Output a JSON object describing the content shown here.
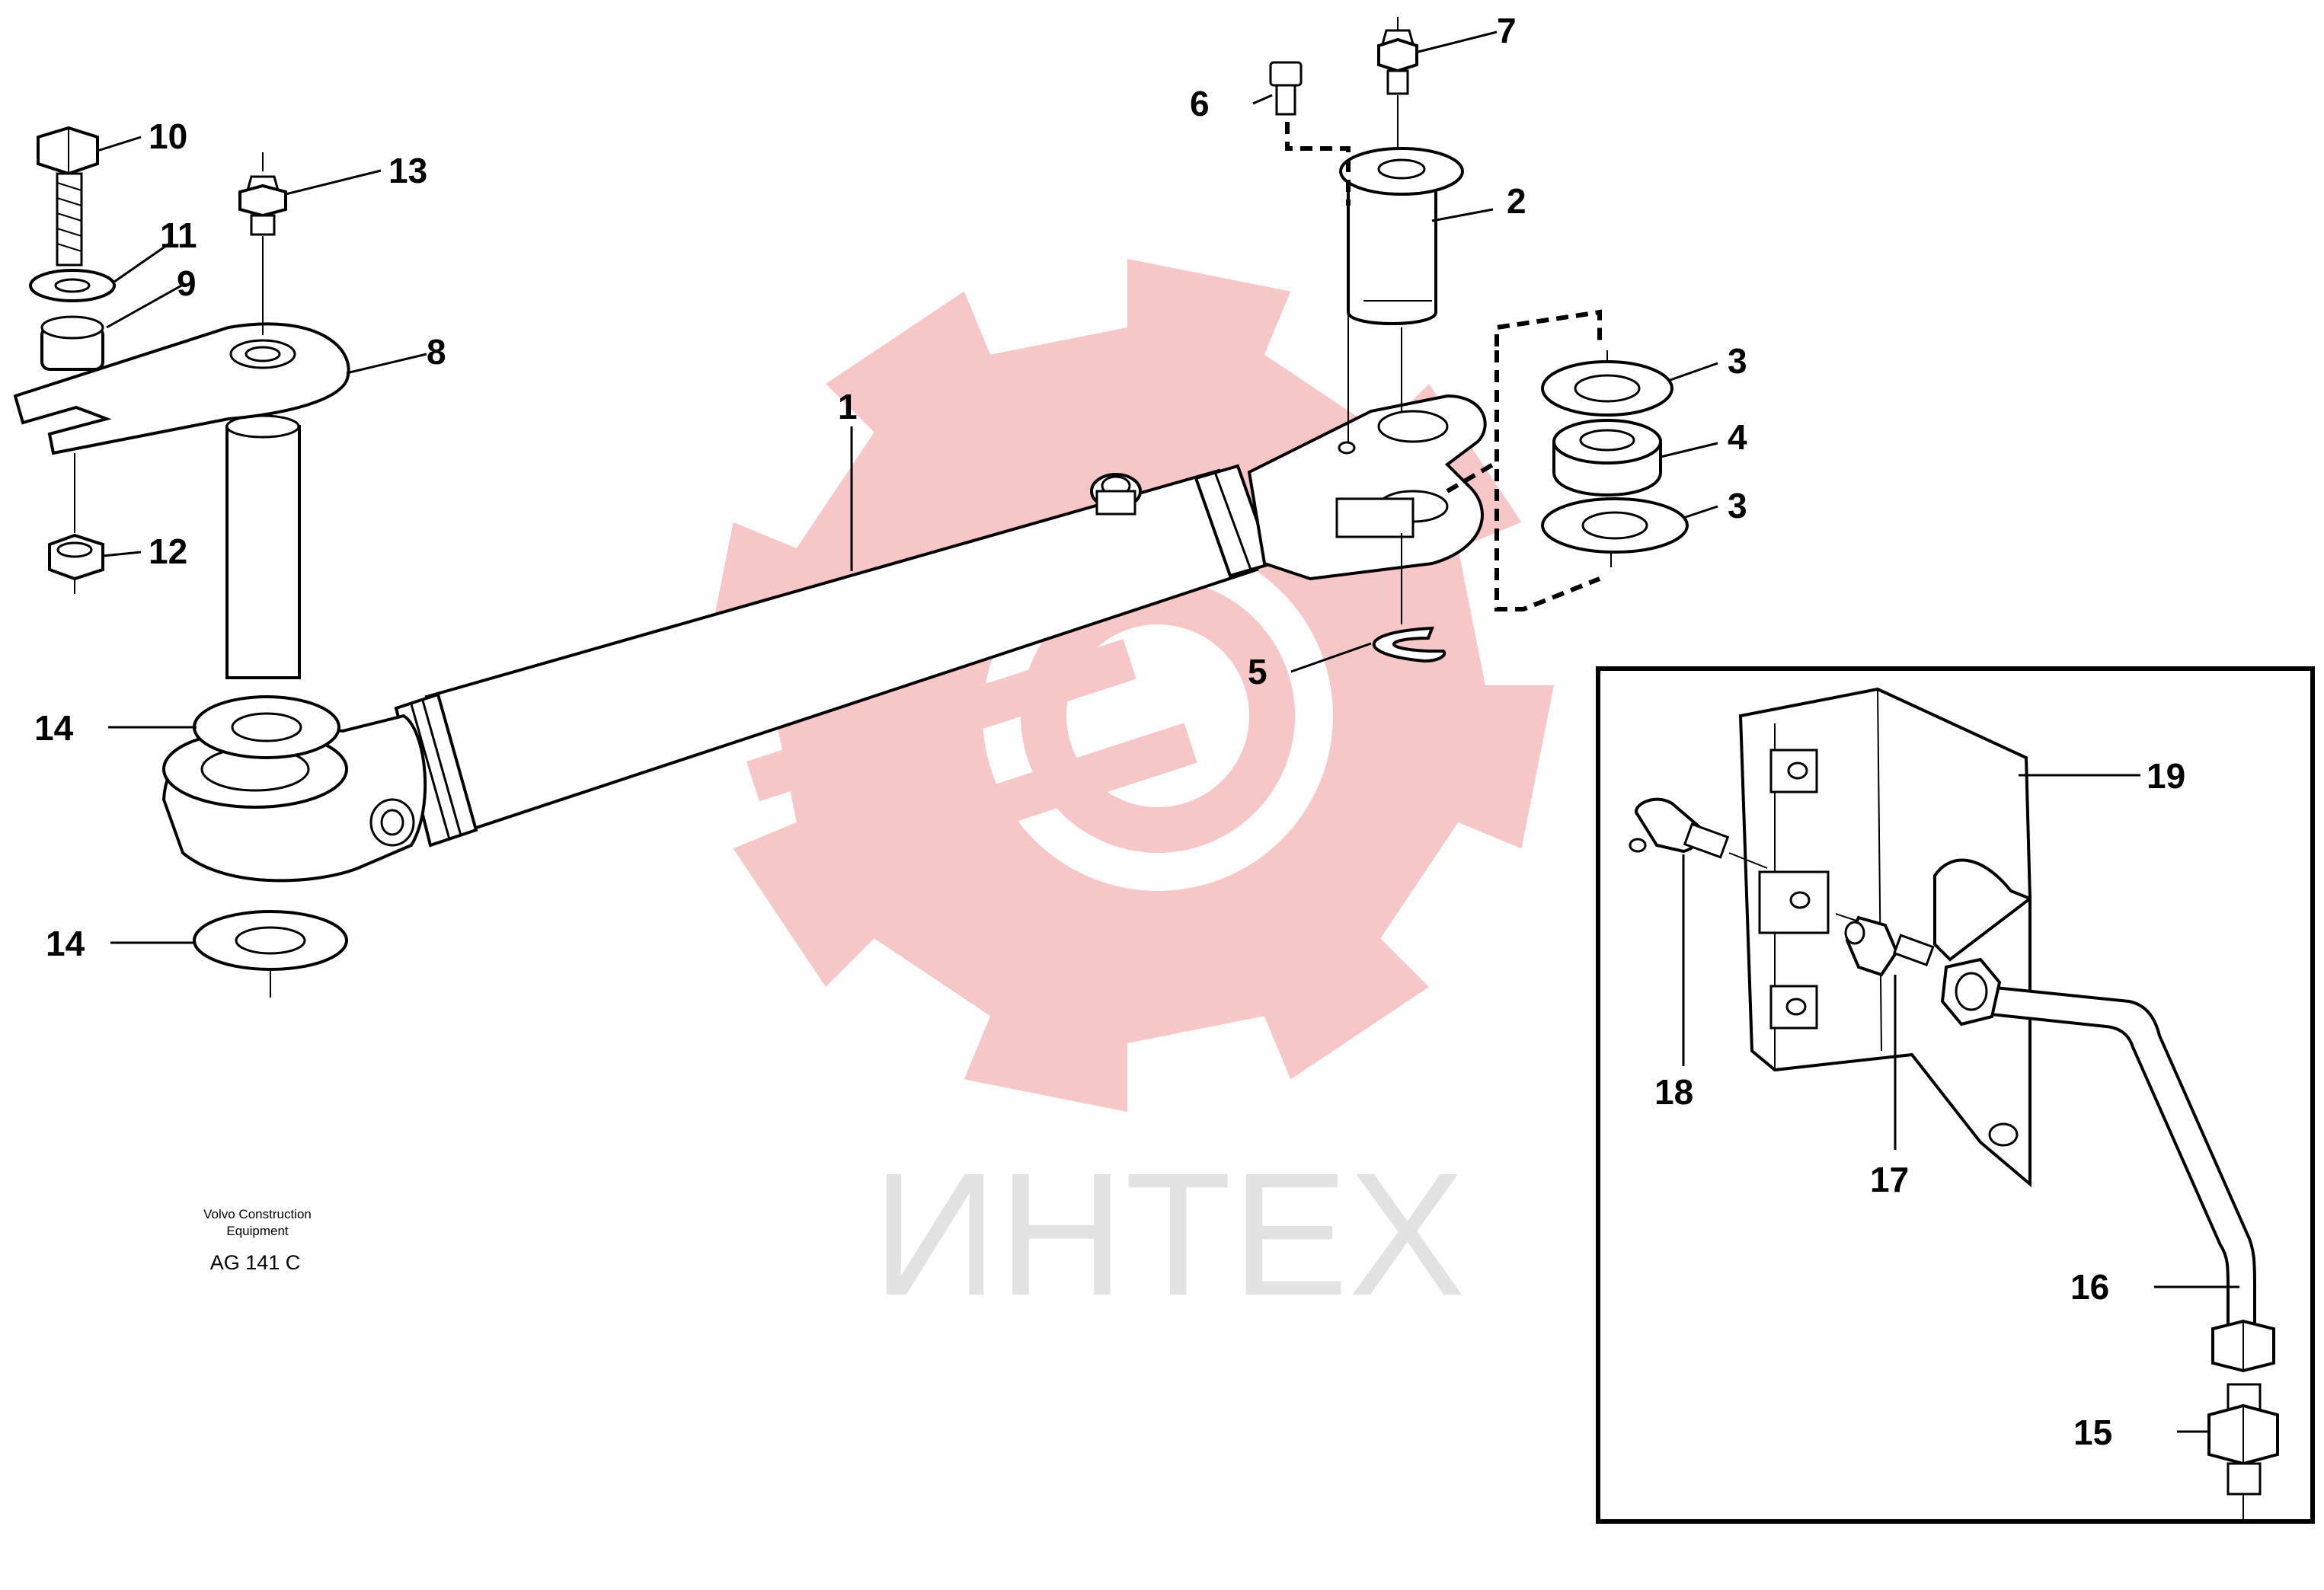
{
  "diagram": {
    "credit": {
      "line1": "Volvo Construction",
      "line2": "Equipment",
      "code": "AG 141 C"
    },
    "watermark": {
      "text": "ИНТЕХ",
      "gear_color": "#f7c4c4",
      "text_color": "#e2e2e2"
    },
    "callouts": {
      "c1": "1",
      "c2": "2",
      "c3a": "3",
      "c3b": "3",
      "c4": "4",
      "c5": "5",
      "c6": "6",
      "c7": "7",
      "c8": "8",
      "c9": "9",
      "c10": "10",
      "c11": "11",
      "c12": "12",
      "c13": "13",
      "c14a": "14",
      "c14b": "14",
      "c15": "15",
      "c16": "16",
      "c17": "17",
      "c18": "18",
      "c19": "19"
    }
  }
}
